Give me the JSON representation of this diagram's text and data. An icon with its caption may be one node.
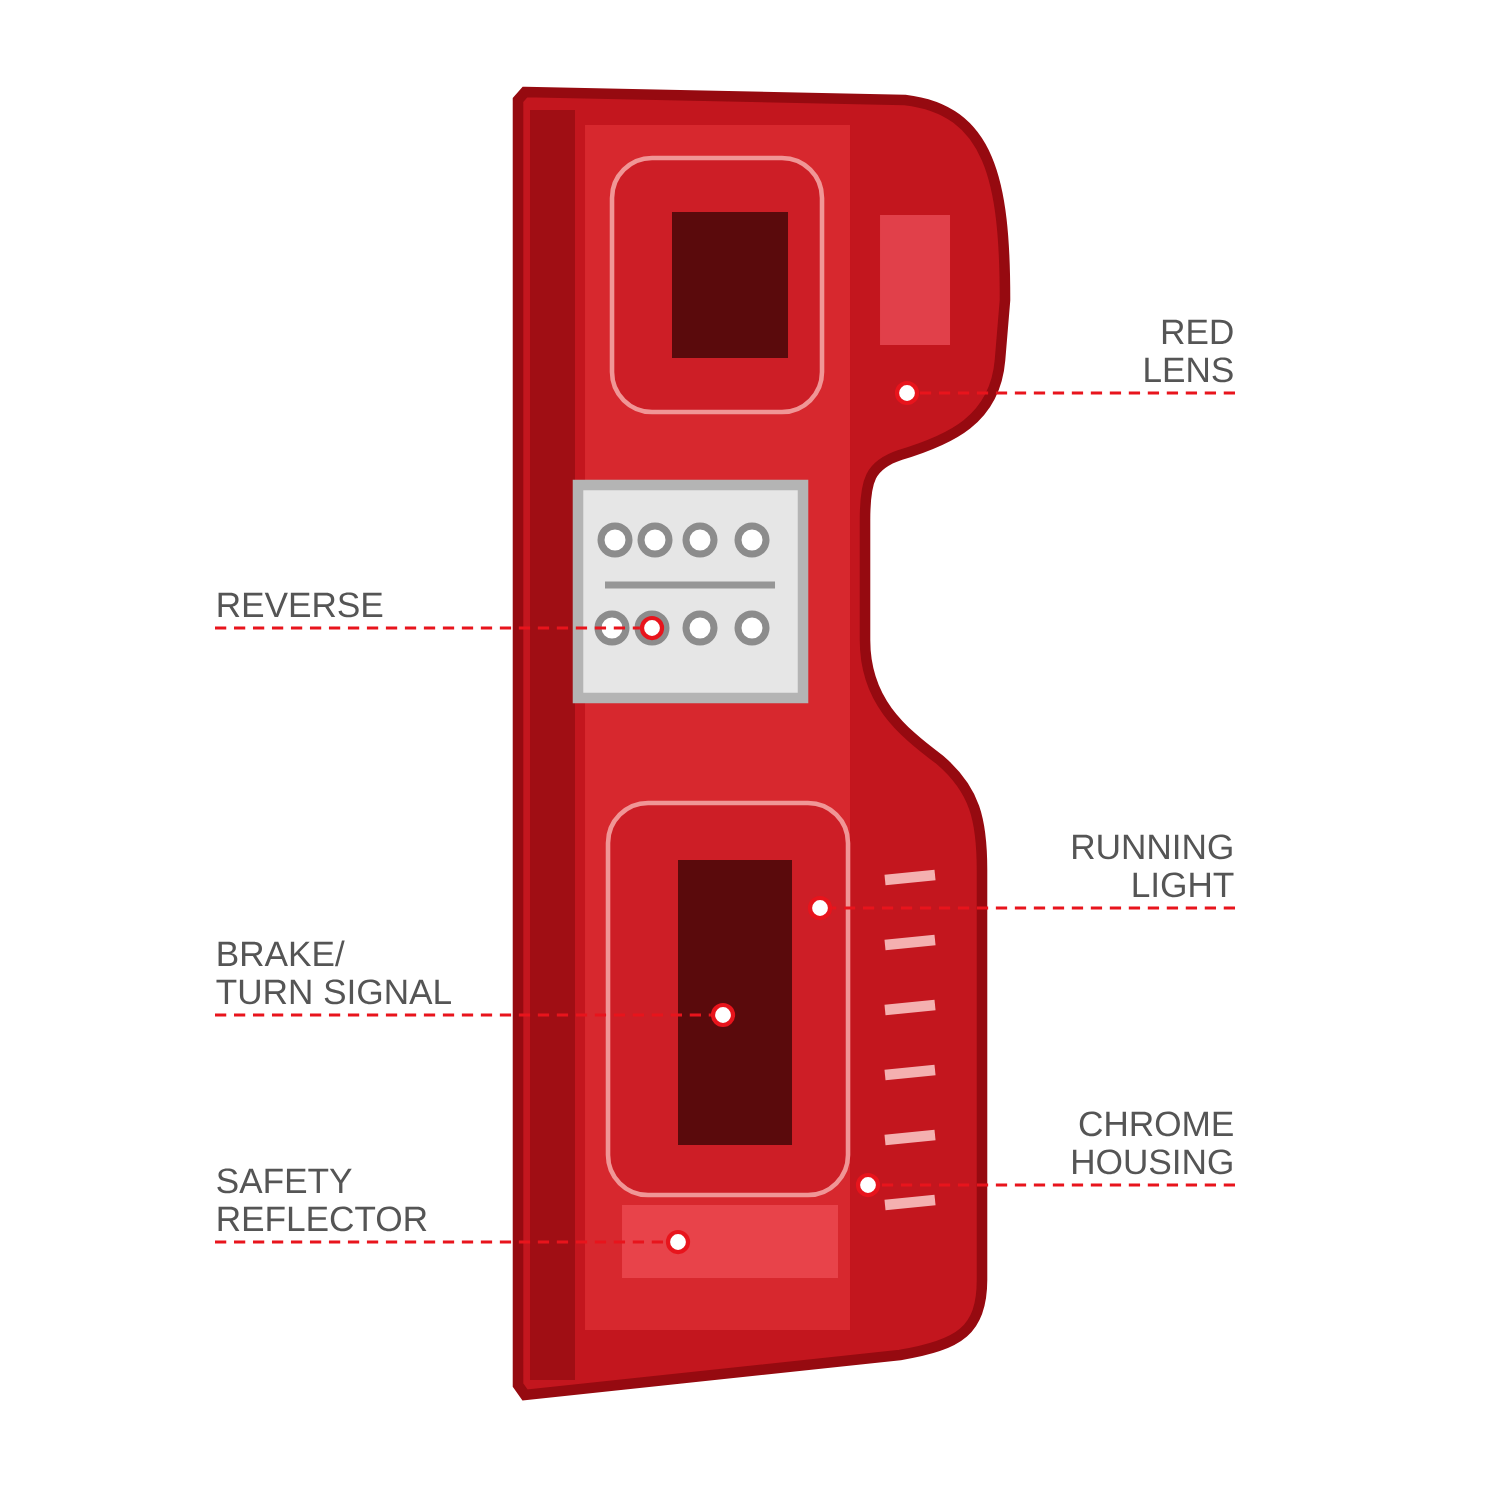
{
  "diagram": {
    "nodes": [
      {
        "text": [
          "RED LENS"
        ]
      },
      {
        "text": [
          "REVERSE"
        ]
      },
      {
        "text": [
          "RUNNING LIGHT"
        ]
      },
      {
        "text": [
          "BRAKE/ TURN SIGNAL"
        ]
      },
      {
        "text": [
          "CHROME HOUSING"
        ]
      },
      {
        "text": [
          "SAFETY REFLECTOR"
        ]
      },
      {
        "text": [],
        "shape": "circle"
      },
      {
        "text": [],
        "shape": "circle"
      },
      {
        "text": [],
        "shape": "circle"
      },
      {
        "text": [],
        "shape": "circle"
      },
      {
        "text": [],
        "shape": "circle"
      },
      {
        "text": [],
        "shape": "circle"
      }
    ],
    "edges": [
      {
        "from": 0,
        "to": 6,
        "arrow": "none",
        "style": "dashed"
      },
      {
        "from": 1,
        "to": 7,
        "arrow": "none",
        "style": "dashed"
      },
      {
        "from": 2,
        "to": 8,
        "arrow": "none",
        "style": "dashed"
      },
      {
        "from": 3,
        "to": 9,
        "arrow": "none",
        "style": "dashed"
      },
      {
        "from": 4,
        "to": 10,
        "arrow": "none",
        "style": "dashed"
      },
      {
        "from": 5,
        "to": 11,
        "arrow": "none",
        "style": "dashed"
      }
    ]
  }
}
